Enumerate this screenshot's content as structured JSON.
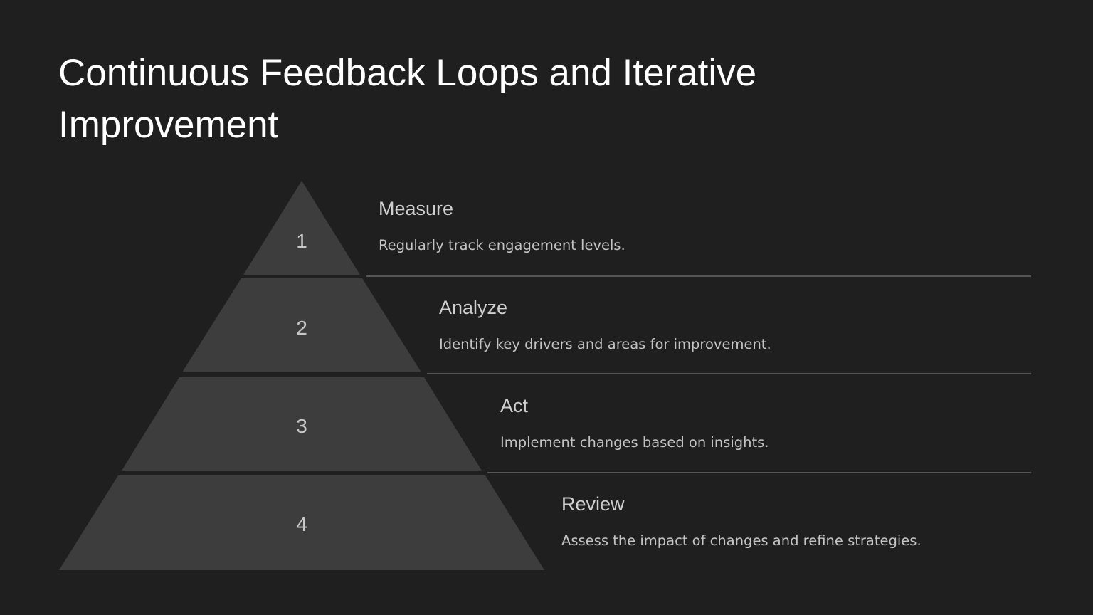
{
  "title": "Continuous Feedback Loops and Iterative Improvement",
  "colors": {
    "background": "#1f1f1f",
    "tier": "#3d3d3d",
    "divider": "#555555",
    "text": "#c8c8c8"
  },
  "steps": [
    {
      "number": "1",
      "title": "Measure",
      "description": "Regularly track engagement levels."
    },
    {
      "number": "2",
      "title": "Analyze",
      "description": "Identify key drivers and areas for improvement."
    },
    {
      "number": "3",
      "title": "Act",
      "description": "Implement changes based on insights."
    },
    {
      "number": "4",
      "title": "Review",
      "description": "Assess the impact of changes and refine strategies."
    }
  ]
}
